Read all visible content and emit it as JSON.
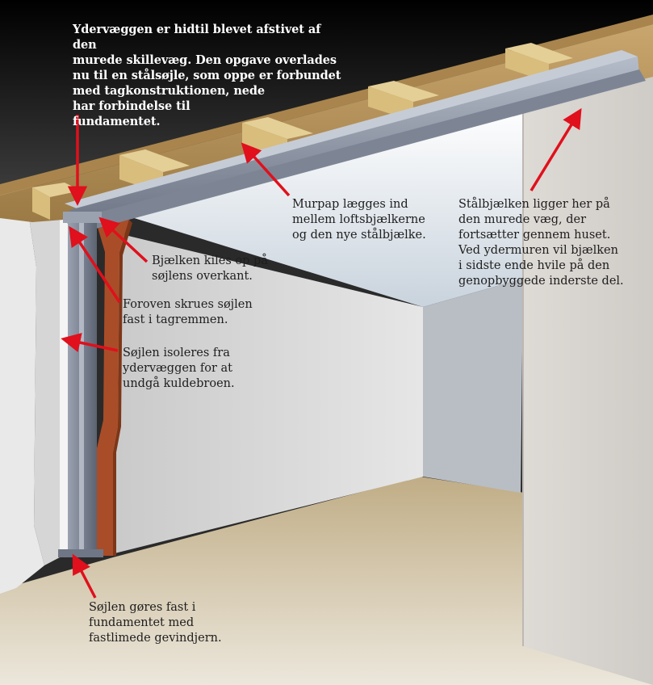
{
  "colors": {
    "arrow": "#e0101c",
    "ceiling_dark": "#111111",
    "wood": "#c8a872",
    "steel": "#8a93a3",
    "floor": "#c4b390",
    "wall": "#dcdcdc",
    "brick": "#a94d28"
  },
  "annotations": {
    "top": "Ydervæggen er hidtil blevet afstivet af den\nmurede skillevæg. Den opgave overlades\nnu til en stålsøjle, som oppe er forbundet\nmed tagkonstruktionen, nede\nhar forbindelse til\nfundamentet.",
    "murpap": "Murpap lægges ind\nmellem loftsbjælkerne\nog den nye stålbjælke.",
    "staalbjaelke": "Stålbjælken ligger her på\nden murede væg, der\nfortsætter gennem huset.\nVed ydermuren vil bjælken\ni sidste ende hvile på den\ngenopbyggede inderste del.",
    "kiles": "Bjælken kiles op på\nsøjlens overkant.",
    "foroven": "Foroven skrues søjlen\nfast i tagremmen.",
    "isoleres": "Søjlen isoleres fra\nydervæggen for at\nundgå kuldebroen.",
    "fundament": "Søjlen gøres fast i\nfundamentet med\nfastlimede gevindjern."
  }
}
